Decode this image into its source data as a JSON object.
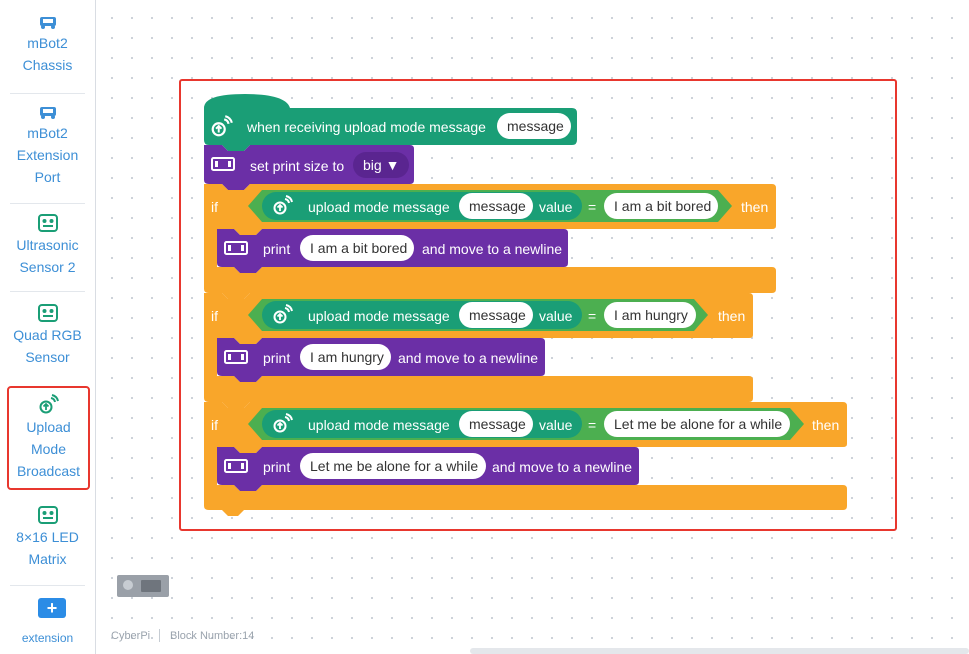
{
  "sidebar": {
    "categories": [
      {
        "id": "chassis",
        "label_lines": [
          "mBot2",
          "Chassis"
        ],
        "icon": "robot-car-icon"
      },
      {
        "id": "extension",
        "label_lines": [
          "mBot2",
          "Extension",
          "Port"
        ],
        "icon": "robot-car-icon"
      },
      {
        "id": "ultrasonic",
        "label_lines": [
          "Ultrasonic",
          "Sensor 2"
        ],
        "icon": "sensor-module-icon"
      },
      {
        "id": "quad",
        "label_lines": [
          "Quad RGB",
          "Sensor"
        ],
        "icon": "sensor-module-icon"
      },
      {
        "id": "upload",
        "label_lines": [
          "Upload",
          "Mode",
          "Broadcast"
        ],
        "icon": "broadcast-icon",
        "selected": true
      },
      {
        "id": "matrix",
        "label_lines": [
          "8×16 LED",
          "Matrix"
        ],
        "icon": "sensor-module-icon"
      }
    ],
    "extension_label": "extension",
    "extension_button": "+"
  },
  "blocks": {
    "hat_label": "when receiving upload mode message",
    "hat_param": "message",
    "set_label": "set print size to",
    "set_value": "big ▼",
    "if_kw": "if",
    "then_kw": "then",
    "cond_prefix": "upload mode message",
    "cond_param": "message",
    "cond_value_kw": "value",
    "eq": "=",
    "print_kw": "print",
    "newline_suffix": "and move to a newline",
    "branches": [
      {
        "compare": "I am a bit bored",
        "print": "I am a bit bored"
      },
      {
        "compare": "I am hungry",
        "print": "I am hungry"
      },
      {
        "compare": "Let me be alone for a while",
        "print": "Let me be alone for a while"
      }
    ]
  },
  "footer": {
    "device": "CyberPi",
    "block_number": "Block Number:14"
  },
  "colors": {
    "accent_blue": "#3d8fd6",
    "highlight_red": "#e8372e",
    "event_green": "#1a9e76",
    "purple": "#6b2fa6",
    "orange": "#f9a62a",
    "condition_green": "#4caf50"
  }
}
